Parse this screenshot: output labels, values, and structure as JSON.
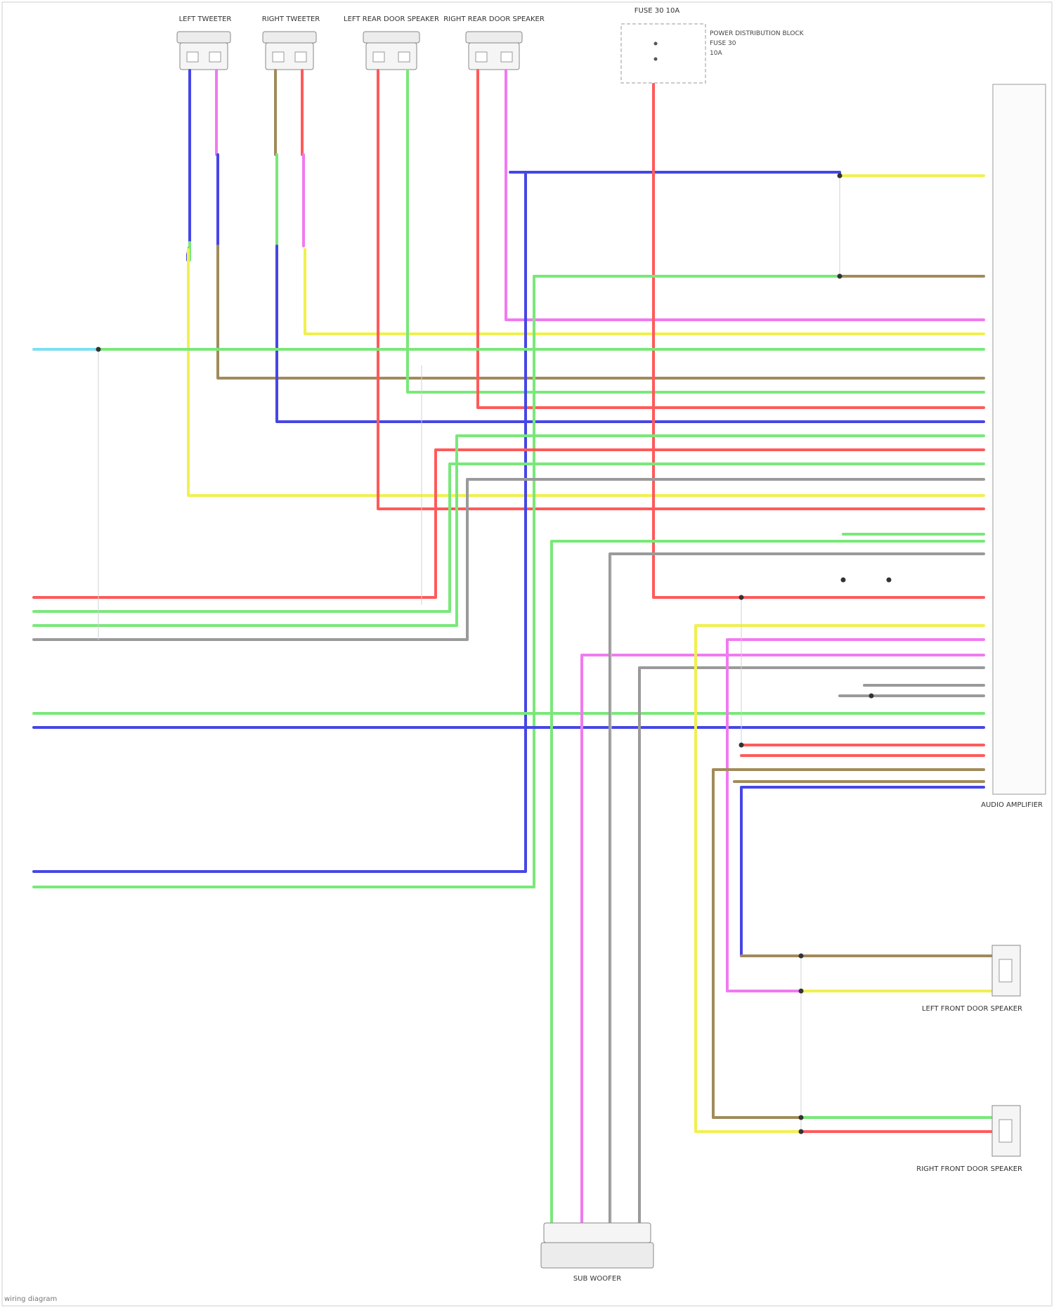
{
  "diagram": {
    "connectors": {
      "left_tweeter": "LEFT TWEETER",
      "right_tweeter": "RIGHT TWEETER",
      "left_rear_door_speaker": "LEFT REAR DOOR SPEAKER",
      "right_rear_door_speaker": "RIGHT REAR DOOR SPEAKER",
      "fuse_block": "FUSE 30 10A",
      "left_front_door_speaker": "LEFT FRONT DOOR SPEAKER",
      "right_front_door_speaker": "RIGHT FRONT DOOR SPEAKER",
      "subwoofer": "SUB WOOFER",
      "module": "AUDIO AMPLIFIER"
    },
    "fuse_notes": [
      "POWER DISTRIBUTION BLOCK",
      "FUSE 30",
      "10A"
    ],
    "module_caption": [
      "AUDIO AMPLIFIER"
    ],
    "colors": {
      "red": "#ff5a5a",
      "green": "#79e879",
      "blue": "#4646e6",
      "yellow": "#f0f050",
      "pink": "#f07af0",
      "brown": "#a08b5a",
      "gray": "#9a9a9a",
      "lightgray": "#c8c8c8",
      "cyan": "#7de0f0"
    }
  },
  "footer": "wiring diagram"
}
